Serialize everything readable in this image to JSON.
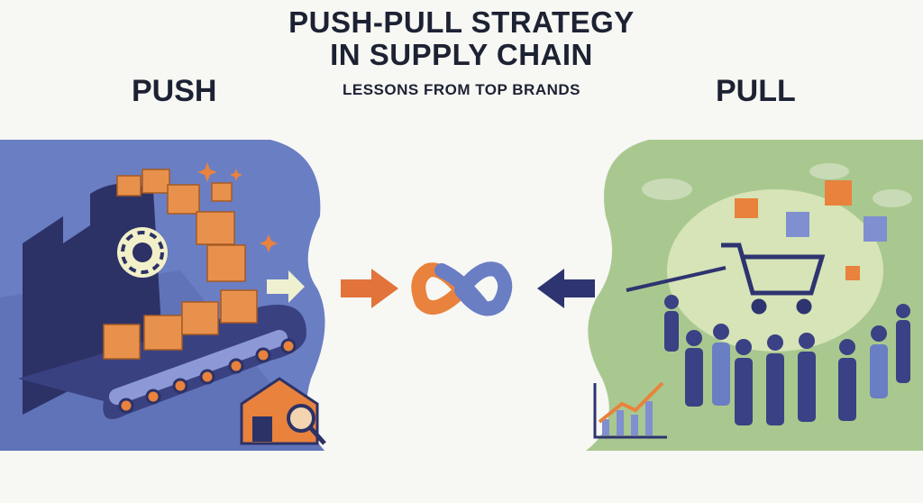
{
  "title_line1": "PUSH-PULL STRATEGY",
  "title_line2": "IN SUPPLY CHAIN",
  "subtitle": "LESSONS FROM TOP BRANDS",
  "left_label": "PUSH",
  "right_label": "PULL",
  "colors": {
    "push_bg": "#6a7ec4",
    "pull_bg": "#a9c88f",
    "orange": "#e8823d",
    "navy": "#2e3470",
    "text": "#1d2233"
  }
}
